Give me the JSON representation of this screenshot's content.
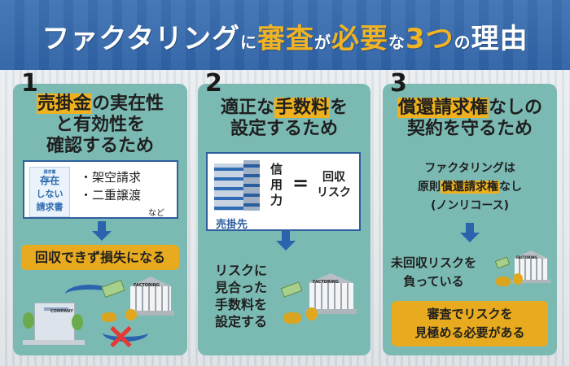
{
  "header": {
    "title_parts": [
      "ファクタリング",
      "に",
      "審査",
      "が",
      "必要",
      "な",
      "3つ",
      "の",
      "理由"
    ]
  },
  "colors": {
    "header_blue": "#3469ab",
    "panel_teal": "#7bbab3",
    "accent_gold": "#efb11e",
    "arrow_blue": "#2b64ad"
  },
  "reasons": [
    {
      "number": "1",
      "title_highlight": "売掛金",
      "title_line1_rest": "の実在性",
      "title_line2": "と有効性を",
      "title_line3": "確認するため",
      "document_illustration": {
        "header": "請求書",
        "lines": [
          "存在",
          "しない",
          "請求書"
        ]
      },
      "bullets": [
        "・架空請求",
        "・二重譲渡"
      ],
      "bullets_suffix": "など",
      "result_label": "回収できず損失になる",
      "illustration": {
        "company_sign": "COMPANY",
        "factoring_sign": "FACTORING"
      }
    },
    {
      "number": "2",
      "title_line1_pre": "適正な",
      "title_highlight": "手数料",
      "title_line1_post": "を",
      "title_line2": "設定するため",
      "building_label": "売掛先",
      "equation_left": [
        "信",
        "用",
        "力"
      ],
      "equation_sign": "=",
      "equation_right": [
        "回収",
        "リスク"
      ],
      "result_lines": [
        "リスクに",
        "見合った",
        "手数料を",
        "設定する"
      ],
      "illustration": {
        "factoring_sign": "FACTORING"
      }
    },
    {
      "number": "3",
      "title_highlight": "償還請求権",
      "title_line1_rest": "なしの",
      "title_line2": "契約を守るため",
      "desc_line1": "ファクタリングは",
      "desc_line2_pre": "原則",
      "desc_line2_highlight": "償還請求権",
      "desc_line2_post": "なし",
      "desc_line3": "(ノンリコース)",
      "risk_lines": [
        "未回収リスクを",
        "負っている"
      ],
      "conclusion_lines": [
        "審査でリスクを",
        "見極める必要がある"
      ],
      "illustration": {
        "factoring_sign": "FACTORING"
      }
    }
  ]
}
